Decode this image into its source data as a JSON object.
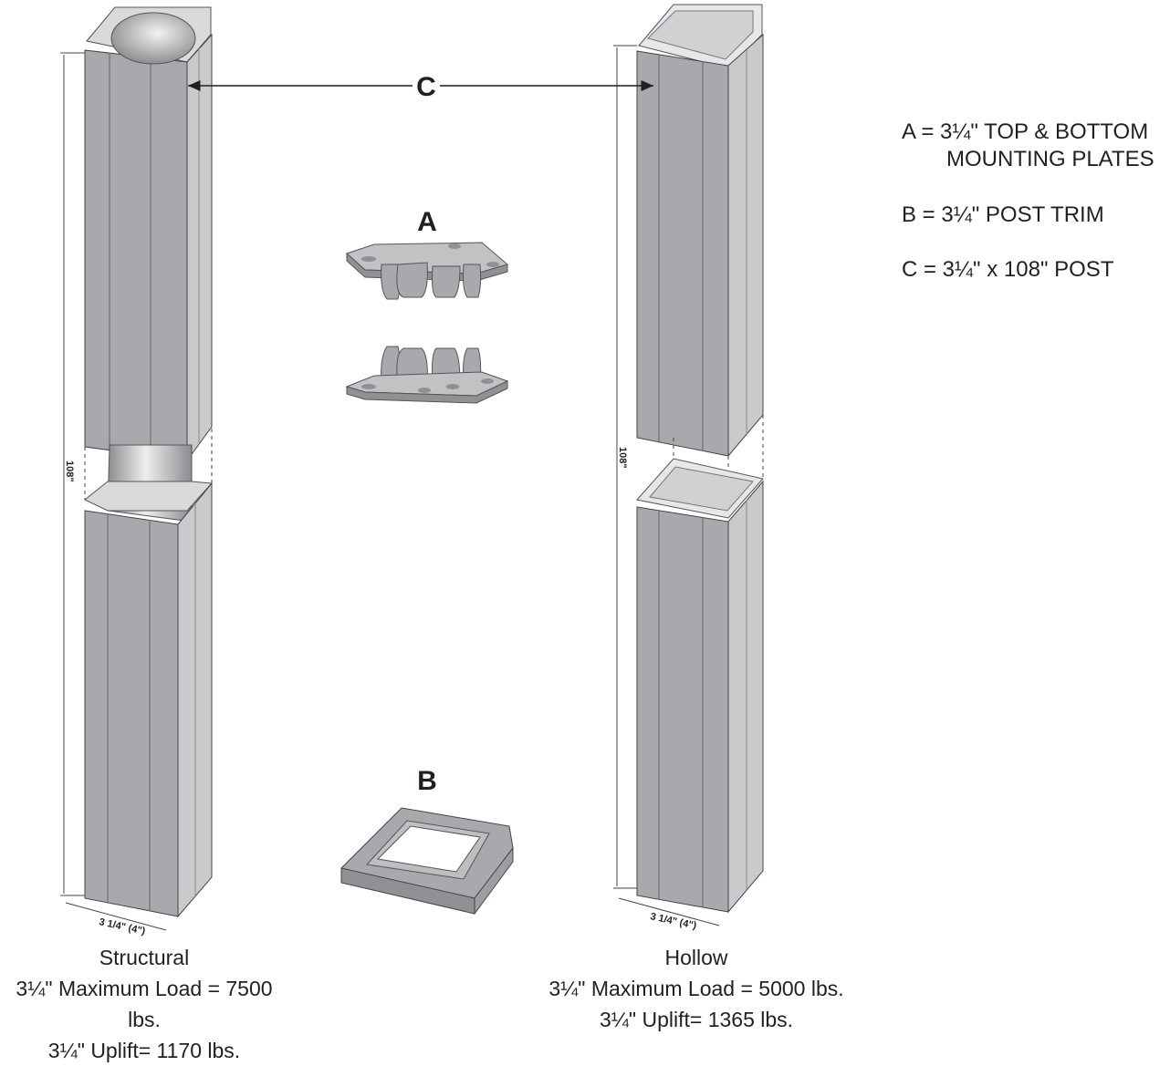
{
  "labels": {
    "c": "C",
    "a": "A",
    "b": "B"
  },
  "legend": {
    "a_line1": "A = 3¼\" TOP & BOTTOM",
    "a_line2": "MOUNTING PLATES",
    "b": "B = 3¼\" POST TRIM",
    "c": "C = 3¼\" x 108\" POST"
  },
  "posts": {
    "structural": {
      "height_dim": "108\"",
      "width_dim": "3 1/4\" (4\")",
      "name": "Structural",
      "load": "3¼\" Maximum Load = 7500 lbs.",
      "uplift": "3¼\" Uplift= 1170 lbs."
    },
    "hollow": {
      "height_dim": "108\"",
      "width_dim": "3 1/4\" (4\")",
      "name": "Hollow",
      "load": "3¼\" Maximum Load = 5000 lbs.",
      "uplift": "3¼\" Uplift= 1365 lbs."
    }
  },
  "colors": {
    "post": "#a7a9ac",
    "post_dark": "#8f9194",
    "post_light": "#c4c6c8",
    "line": "#231f20"
  }
}
